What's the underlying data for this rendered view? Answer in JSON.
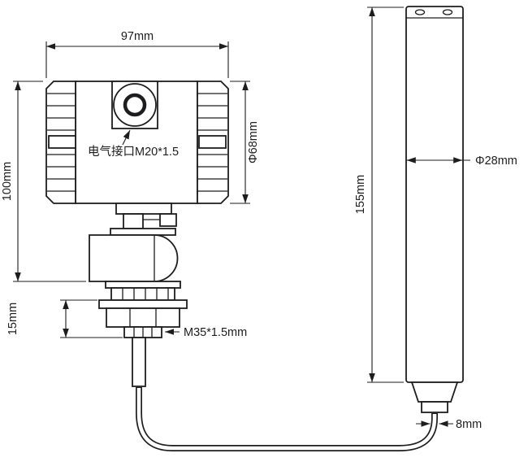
{
  "drawing": {
    "background_color": "#ffffff",
    "line_color": "#1d1d1f",
    "dimensions": {
      "housing_width": "97mm",
      "housing_height": "100mm",
      "housing_diameter": "Φ68mm",
      "flange_height": "15mm",
      "probe_length": "155mm",
      "probe_diameter": "Φ28mm",
      "cable_diameter": "8mm"
    },
    "annotations": {
      "electrical_interface": "电气接口M20*1.5",
      "thread_spec": "M35*1.5mm"
    }
  }
}
